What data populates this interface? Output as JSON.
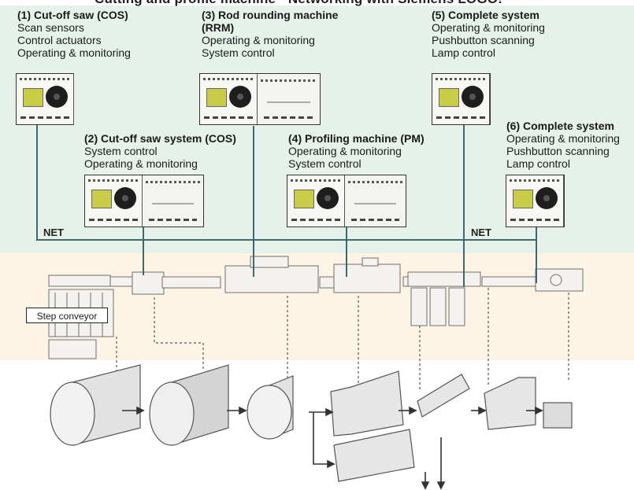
{
  "title": "Cutting and profile machine · Networking with Siemens LOGO!",
  "stations": [
    {
      "id": "1",
      "heading": "(1) Cut-off saw (COS)",
      "lines": [
        "Scan sensors",
        "Control actuators",
        "Operating & monitoring"
      ]
    },
    {
      "id": "2",
      "heading": "(2) Cut-off saw system (COS)",
      "lines": [
        "System control",
        "Operating & monitoring"
      ]
    },
    {
      "id": "3",
      "heading": "(3) Rod rounding machine",
      "heading2": "(RRM)",
      "lines": [
        "Operating & monitoring",
        "System control"
      ]
    },
    {
      "id": "4",
      "heading": "(4) Profiling machine (PM)",
      "lines": [
        "Operating & monitoring",
        "System control"
      ]
    },
    {
      "id": "5",
      "heading": "(5) Complete system",
      "lines": [
        "Operating & monitoring",
        "Pushbutton scanning",
        "Lamp control"
      ]
    },
    {
      "id": "6",
      "heading": "(6) Complete system",
      "lines": [
        "Operating & monitoring",
        "Pushbutton scanning",
        "Lamp control"
      ]
    }
  ],
  "net_labels": [
    "NET",
    "NET"
  ],
  "callout": "Step conveyor",
  "colors": {
    "network_band": "#e6f1ea",
    "production_band": "#fdf4e6",
    "line": "#3f6a6a",
    "lcd": "#c9cd45"
  }
}
